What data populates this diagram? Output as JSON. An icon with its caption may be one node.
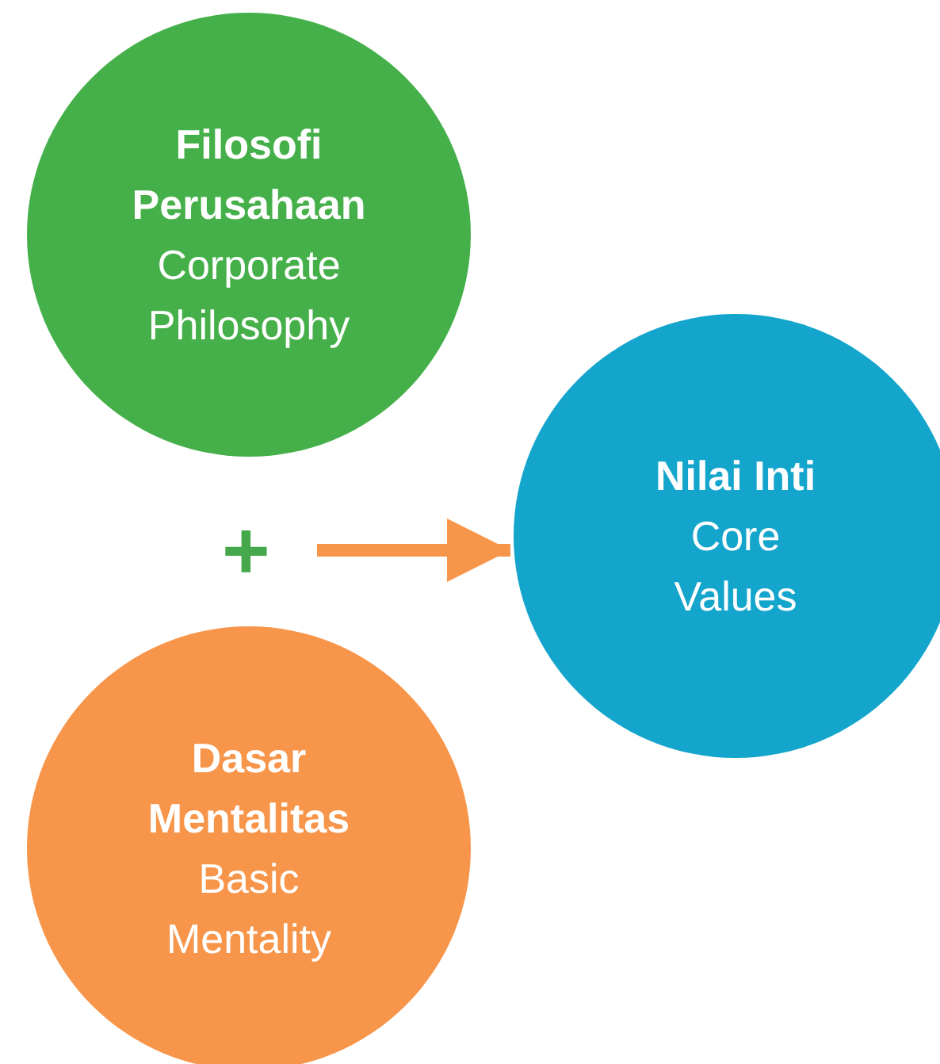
{
  "diagram": {
    "nodes": [
      {
        "text": [
          "Filosofi Perusahaan",
          "Corporate Philosophy"
        ]
      },
      {
        "text": [
          "Nilai Inti",
          "Core Values"
        ]
      },
      {
        "text": [
          "Dasar Mentalitas",
          "Basic Mentality"
        ]
      }
    ],
    "edges": [
      {
        "from": null,
        "to": 1,
        "arrow": "to",
        "color": "#f7954a"
      }
    ],
    "labels": [
      "+"
    ]
  }
}
